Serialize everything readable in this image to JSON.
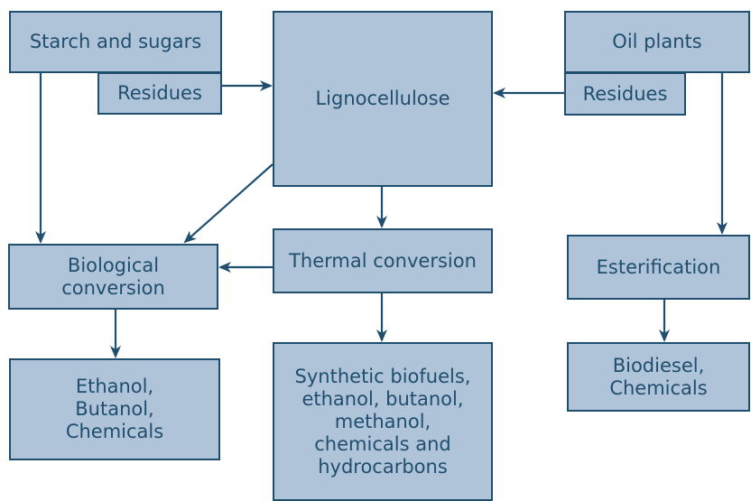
{
  "colors": {
    "box_fill": "#b0c4d9",
    "box_stroke": "#1f4e6e",
    "arrow": "#1f4e6e"
  },
  "nodes": {
    "starch": "Starch and sugars",
    "residues_left": "Residues",
    "lignocellulose": "Lignocellulose",
    "oil_plants": "Oil plants",
    "residues_right": "Residues",
    "biological": "Biological\nconversion",
    "thermal": "Thermal conversion",
    "esterification": "Esterification",
    "ethanol_products": "Ethanol,\nButanol,\nChemicals",
    "synthetic_products": "Synthetic biofuels,\nethanol, butanol,\nmethanol,\nchemicals and\nhydrocarbons",
    "biodiesel_products": "Biodiesel,\nChemicals"
  },
  "edges": [
    {
      "from": "residues_left",
      "to": "lignocellulose"
    },
    {
      "from": "residues_right",
      "to": "lignocellulose"
    },
    {
      "from": "starch",
      "to": "biological"
    },
    {
      "from": "lignocellulose",
      "to": "biological"
    },
    {
      "from": "lignocellulose",
      "to": "thermal"
    },
    {
      "from": "thermal",
      "to": "biological"
    },
    {
      "from": "oil_plants",
      "to": "esterification"
    },
    {
      "from": "biological",
      "to": "ethanol_products"
    },
    {
      "from": "thermal",
      "to": "synthetic_products"
    },
    {
      "from": "esterification",
      "to": "biodiesel_products"
    }
  ]
}
